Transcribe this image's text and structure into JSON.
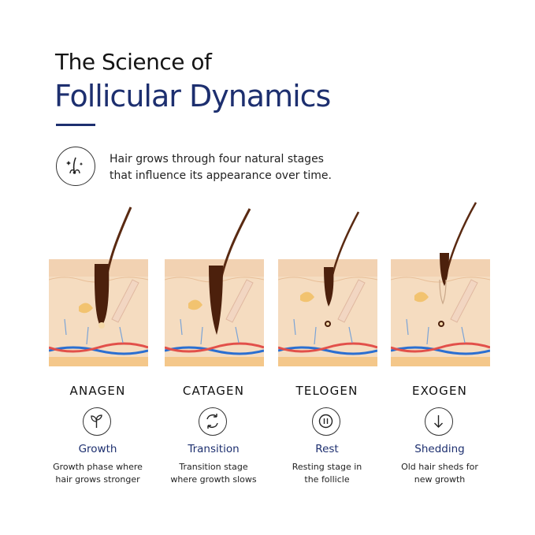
{
  "header": {
    "title_line1": "The Science of",
    "title_line2": "Follicular Dynamics",
    "accent_color": "#1d2f6f"
  },
  "intro": {
    "icon": "hair-follicle-icon",
    "line1": "Hair grows through four natural stages",
    "line2": "that influence its appearance over time."
  },
  "stages": [
    {
      "name": "ANAGEN",
      "icon": "sprout-icon",
      "label": "Growth",
      "desc1": "Growth phase where",
      "desc2": "hair grows stronger"
    },
    {
      "name": "CATAGEN",
      "icon": "cycle-icon",
      "label": "Transition",
      "desc1": "Transition stage",
      "desc2": "where growth slows"
    },
    {
      "name": "TELOGEN",
      "icon": "pause-icon",
      "label": "Rest",
      "desc1": "Resting stage in",
      "desc2": "the follicle"
    },
    {
      "name": "EXOGEN",
      "icon": "arrow-down-icon",
      "label": "Shedding",
      "desc1": "Old hair sheds for",
      "desc2": "new growth"
    }
  ]
}
